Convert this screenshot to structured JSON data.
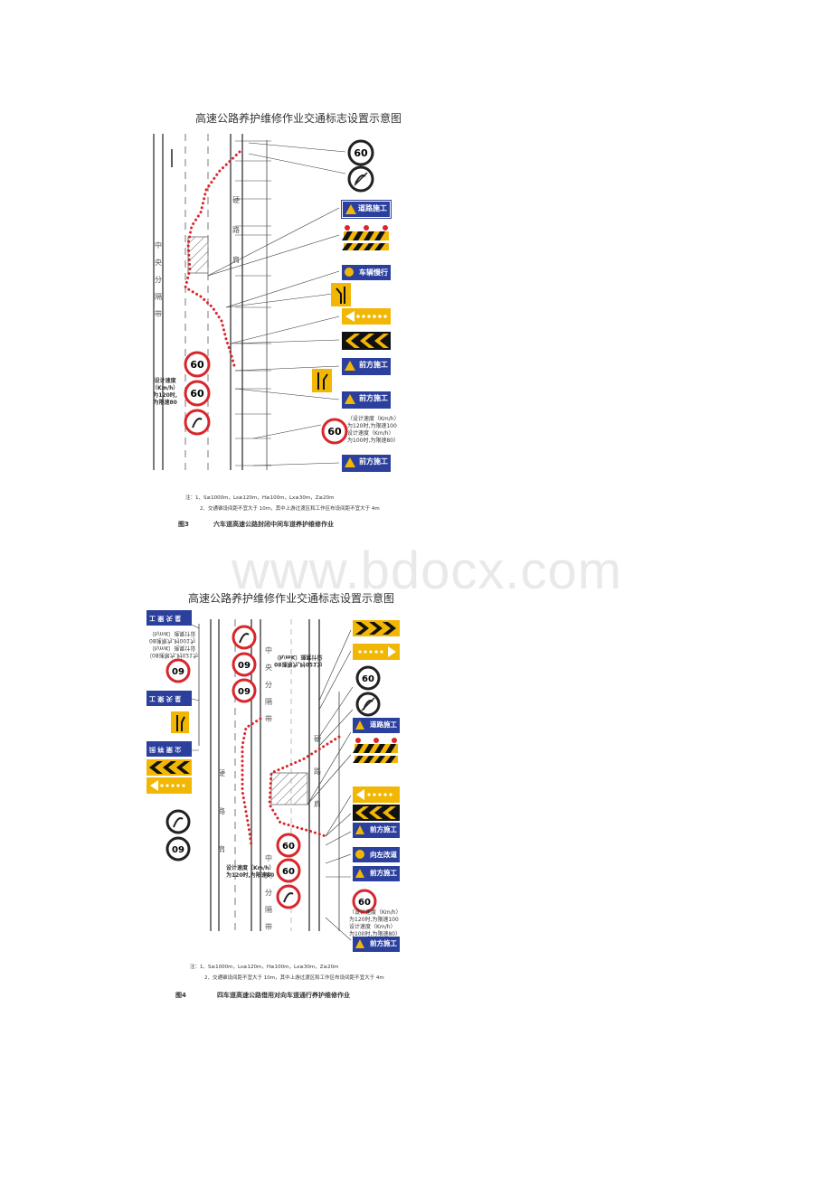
{
  "watermark": "www.bdocx.com",
  "figure3": {
    "title": "高速公路养护维修作业交通标志设置示意图",
    "median_label": [
      "中",
      "央",
      "分",
      "隔",
      "带"
    ],
    "shoulder_label": [
      "硬",
      "路",
      "肩"
    ],
    "speed_60": "60",
    "signs": {
      "road_work": "道路施工",
      "vehicle_slow": "车辆慢行",
      "ahead_work": "前方施工"
    },
    "design_speed_left": [
      "设计速度",
      "（Km/h）",
      "为120时,",
      "为限速80"
    ],
    "design_speed_right": [
      "（设计速度（Km/h）",
      "为120时,为限速100",
      "设计速度（Km/h）",
      "为100时,为限速80）"
    ],
    "notes": [
      "注：1、S≥1000m，Ls≥120m，H≥100m，Lx≥30m，Z≥20m",
      "2、交通锥设间距不宜大于 10m，其中上游过渡区和工作区布设间距不宜大于 4m"
    ],
    "caption_no": "图3",
    "caption": "六车道高速公路封闭中间车道养护维修作业"
  },
  "figure4": {
    "title": "高速公路养护维修作业交通标志设置示意图",
    "median_label": [
      "中",
      "央",
      "分",
      "隔",
      "带"
    ],
    "median_label2": [
      "中",
      "央",
      "分",
      "隔",
      "带"
    ],
    "shoulder_label": [
      "硬",
      "路",
      "肩"
    ],
    "shoulder_label2": [
      "硬",
      "路",
      "肩"
    ],
    "speed_09": "09",
    "speed_60": "60",
    "signs": {
      "work_zone": "工 案 矢 星",
      "road_work": "道路施工",
      "ahead_work": "前方施工",
      "turn_left": "向左改道",
      "mirrored": "闭 样 案 尘"
    },
    "design_speed_left": [
      "设计速度（Km/h）",
      "为120时,为限速80"
    ],
    "design_speed_right": [
      "（设计速度（Km/h）",
      "为120时,为限速100",
      "设计速度（Km/h）",
      "为100时,为限速80）"
    ],
    "mirrored_text": [
      "（08速限为,时021为",
      "（h/mK）速度计设",
      "08速限为,时001为",
      "（h/mK）速度计设"
    ],
    "mirrored_text2": [
      "08速限为,时021为",
      "（h/mK）速度计设"
    ],
    "notes": [
      "注：1、S≥1000m，Ls≥120m，H≥100m，Lx≥30m，Z≥20m",
      "2、交通锥设间距不宜大于 10m，其中上游过渡区和工作区布设间距不宜大于 4m"
    ],
    "caption_no": "图4",
    "caption": "四车道高速公路借用对向车道通行养护维修作业"
  },
  "colors": {
    "sign_blue": "#2b3f9c",
    "cone_red": "#d8262c",
    "chevron_yellow": "#f2b705",
    "speed_ring": "#d8262c"
  }
}
